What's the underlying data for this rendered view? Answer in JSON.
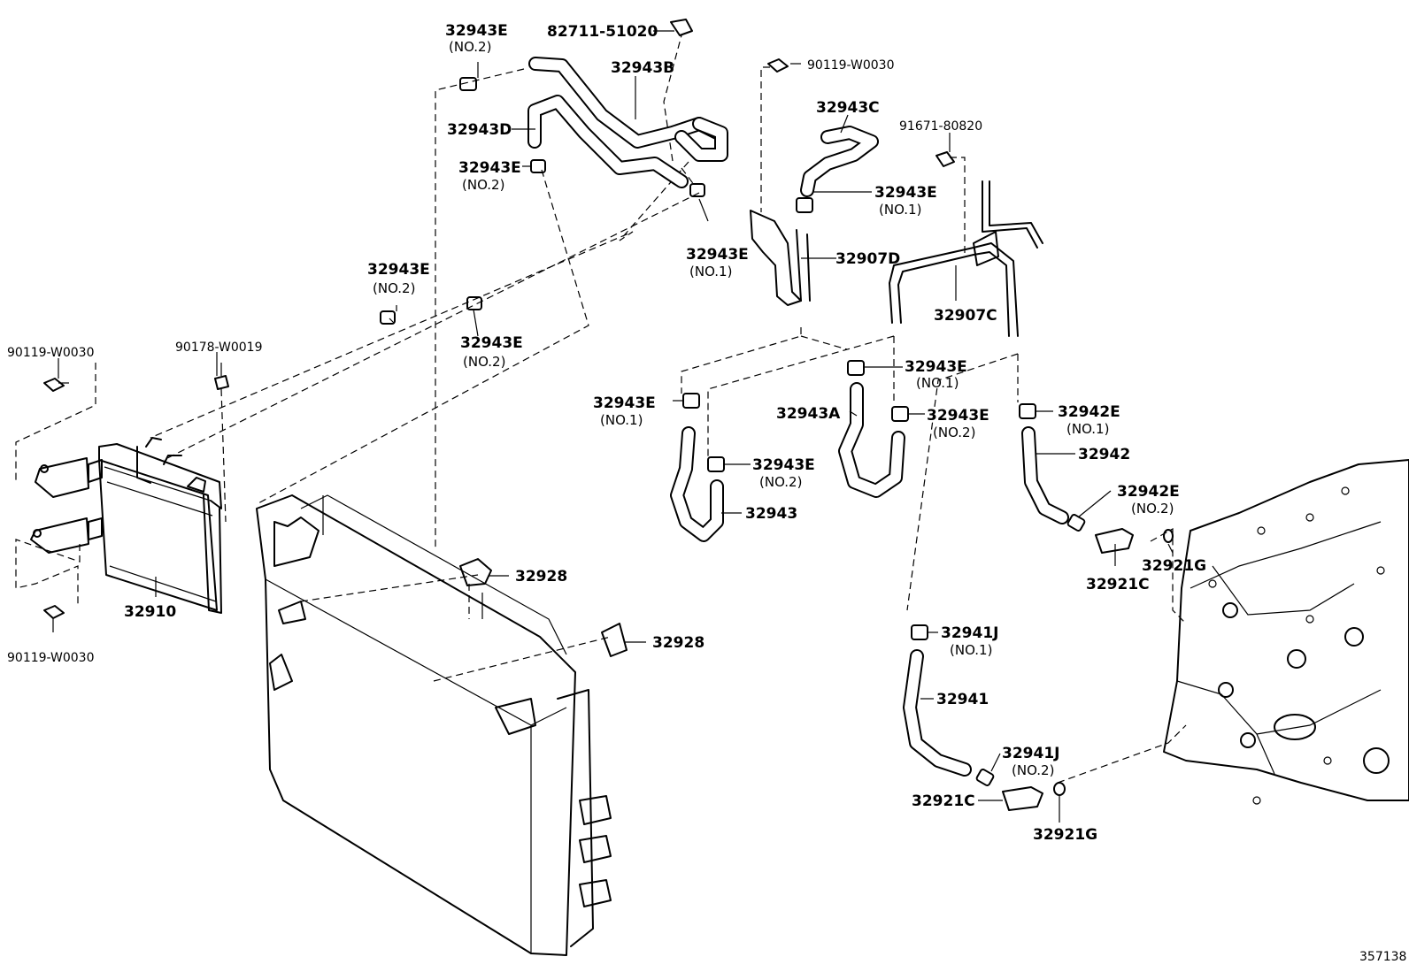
{
  "diagram": {
    "figure_id": "357138",
    "labels": [
      {
        "key": "l_82711",
        "part": "82711-51020",
        "sub": ""
      },
      {
        "key": "l_e_top",
        "part": "32943E",
        "sub": "(NO.2)"
      },
      {
        "key": "l_b",
        "part": "32943B",
        "sub": ""
      },
      {
        "key": "l_d",
        "part": "32943D",
        "sub": ""
      },
      {
        "key": "l_e_mid",
        "part": "32943E",
        "sub": "(NO.2)"
      },
      {
        "key": "l_e_no1a",
        "part": "32943E",
        "sub": "(NO.1)"
      },
      {
        "key": "l_90119_top",
        "part": "90119-W0030",
        "sub": ""
      },
      {
        "key": "l_c",
        "part": "32943C",
        "sub": ""
      },
      {
        "key": "l_91671",
        "part": "91671-80820",
        "sub": ""
      },
      {
        "key": "l_e_no1b",
        "part": "32943E",
        "sub": "(NO.1)"
      },
      {
        "key": "l_907d",
        "part": "32907D",
        "sub": ""
      },
      {
        "key": "l_907c",
        "part": "32907C",
        "sub": ""
      },
      {
        "key": "l_e_left1",
        "part": "32943E",
        "sub": "(NO.2)"
      },
      {
        "key": "l_e_left2",
        "part": "32943E",
        "sub": "(NO.2)"
      },
      {
        "key": "l_90119_l1",
        "part": "90119-W0030",
        "sub": ""
      },
      {
        "key": "l_90178",
        "part": "90178-W0019",
        "sub": ""
      },
      {
        "key": "l_90119_l2",
        "part": "90119-W0030",
        "sub": ""
      },
      {
        "key": "l_32910",
        "part": "32910",
        "sub": ""
      },
      {
        "key": "l_e_c1",
        "part": "32943E",
        "sub": "(NO.1)"
      },
      {
        "key": "l_e_c2",
        "part": "32943E",
        "sub": "(NO.1)"
      },
      {
        "key": "l_32943a",
        "part": "32943A",
        "sub": ""
      },
      {
        "key": "l_e_c3",
        "part": "32943E",
        "sub": "(NO.2)"
      },
      {
        "key": "l_e_c4",
        "part": "32943E",
        "sub": "(NO.2)"
      },
      {
        "key": "l_32943",
        "part": "32943",
        "sub": ""
      },
      {
        "key": "l_942e1",
        "part": "32942E",
        "sub": "(NO.1)"
      },
      {
        "key": "l_32942",
        "part": "32942",
        "sub": ""
      },
      {
        "key": "l_942e2",
        "part": "32942E",
        "sub": "(NO.2)"
      },
      {
        "key": "l_921g1",
        "part": "32921G",
        "sub": ""
      },
      {
        "key": "l_921c1",
        "part": "32921C",
        "sub": ""
      },
      {
        "key": "l_928a",
        "part": "32928",
        "sub": ""
      },
      {
        "key": "l_928b",
        "part": "32928",
        "sub": ""
      },
      {
        "key": "l_941j1",
        "part": "32941J",
        "sub": "(NO.1)"
      },
      {
        "key": "l_32941",
        "part": "32941",
        "sub": ""
      },
      {
        "key": "l_941j2",
        "part": "32941J",
        "sub": "(NO.2)"
      },
      {
        "key": "l_921c2",
        "part": "32921C",
        "sub": ""
      },
      {
        "key": "l_921g2",
        "part": "32921G",
        "sub": ""
      }
    ]
  }
}
